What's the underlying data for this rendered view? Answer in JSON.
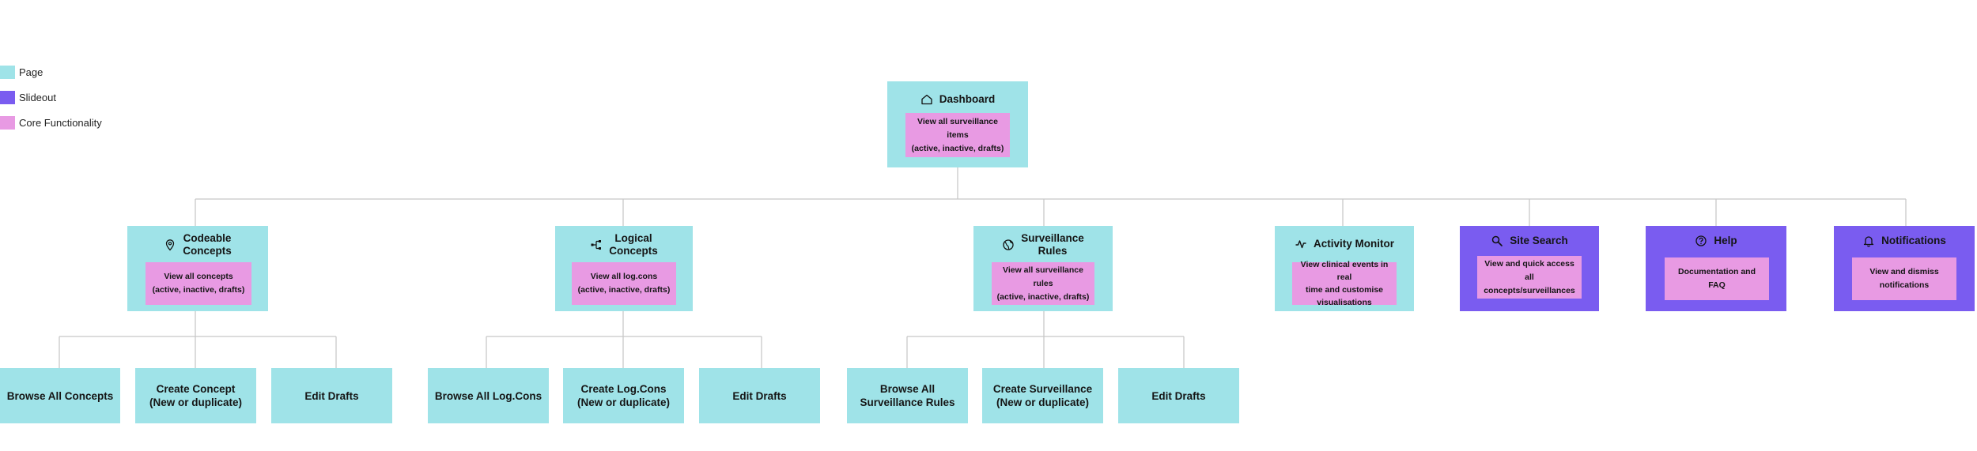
{
  "legend": {
    "page_label": "Page",
    "slideout_label": "Slideout",
    "core_label": "Core Functionality",
    "colors": {
      "page": "#9fe3e8",
      "slideout": "#7a5cf0",
      "core": "#e89ae3"
    }
  },
  "dashboard": {
    "title": "Dashboard",
    "icon": "home-icon",
    "core_line1": "View all surveillance items",
    "core_line2": "(active, inactive, drafts)"
  },
  "sections": {
    "codeable": {
      "title_line1": "Codeable",
      "title_line2": "Concepts",
      "icon": "location-pin-icon",
      "core_line1": "View all concepts",
      "core_line2": "(active, inactive, drafts)",
      "children": [
        {
          "line1": "Browse All Concepts",
          "line2": ""
        },
        {
          "line1": "Create Concept",
          "line2": "(New or duplicate)"
        },
        {
          "line1": "Edit Drafts",
          "line2": ""
        }
      ]
    },
    "logical": {
      "title_line1": "Logical",
      "title_line2": "Concepts",
      "icon": "flow-icon",
      "core_line1": "View all log.cons",
      "core_line2": "(active, inactive, drafts)",
      "children": [
        {
          "line1": "Browse All Log.Cons",
          "line2": ""
        },
        {
          "line1": "Create Log.Cons",
          "line2": "(New or duplicate)"
        },
        {
          "line1": "Edit Drafts",
          "line2": ""
        }
      ]
    },
    "rules": {
      "title_line1": "Surveillance",
      "title_line2": "Rules",
      "icon": "globe-icon",
      "core_line1": "View all surveillance rules",
      "core_line2": "(active, inactive, drafts)",
      "children": [
        {
          "line1": "Browse All",
          "line2": "Surveillance Rules"
        },
        {
          "line1": "Create Surveillance",
          "line2": "(New or duplicate)"
        },
        {
          "line1": "Edit Drafts",
          "line2": ""
        }
      ]
    },
    "activity": {
      "title": "Activity Monitor",
      "icon": "activity-icon",
      "core_line1": "View clinical events in real",
      "core_line2": "time and customise",
      "core_line3": "visualisations"
    },
    "search": {
      "title": "Site Search",
      "icon": "search-icon",
      "core_line1": "View and quick access all",
      "core_line2": "concepts/surveillances"
    },
    "help": {
      "title": "Help",
      "icon": "help-icon",
      "core_line1": "Documentation and FAQ"
    },
    "notifications": {
      "title": "Notifications",
      "icon": "bell-icon",
      "core_line1": "View and dismiss",
      "core_line2": "notifications"
    }
  }
}
